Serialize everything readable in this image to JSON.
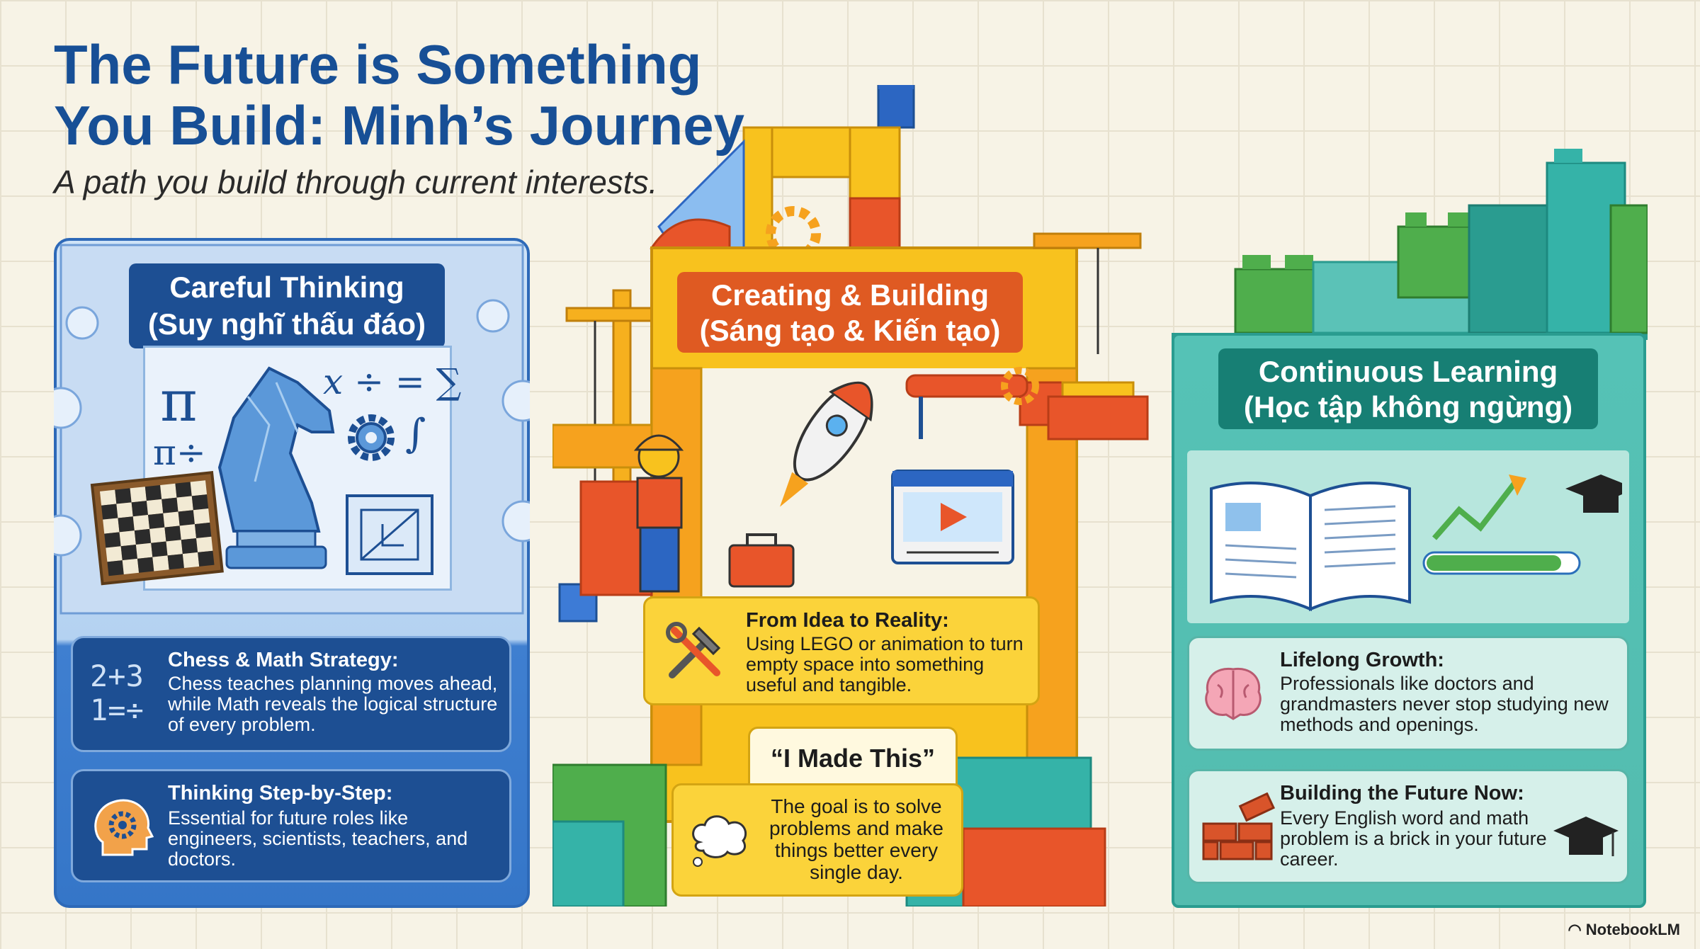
{
  "title": {
    "line1": "The Future is Something",
    "line2": "You Build: Minh’s Journey"
  },
  "subtitle": "A path you build through current interests.",
  "left": {
    "heading_line1": "Careful Thinking",
    "heading_line2": "(Suy nghĩ thấu đáo)",
    "art_symbols": {
      "pi": "π",
      "ops": "x ÷ = ∑",
      "pi_div": "π÷",
      "integral": "∫"
    },
    "cards": [
      {
        "glyph1": "2+3",
        "glyph2": "1=÷",
        "title": "Chess & Math Strategy:",
        "body": "Chess teaches planning moves ahead, while Math reveals the logical structure of every problem."
      },
      {
        "title": "Thinking Step-by-Step:",
        "body": "Essential for future roles like engineers, scientists, teachers, and doctors."
      }
    ]
  },
  "center": {
    "heading_line1": "Creating & Building",
    "heading_line2": "(Sáng tạo & Kiến tạo)",
    "card1": {
      "title": "From Idea to Reality:",
      "body": "Using LEGO or animation to turn empty space into something useful and tangible."
    },
    "quote": "“I Made This”",
    "card2": {
      "body": "The goal is to solve problems and make things better every single day."
    }
  },
  "right": {
    "heading_line1": "Continuous Learning",
    "heading_line2": "(Học tập không ngừng)",
    "cards": [
      {
        "title": "Lifelong Growth:",
        "body": "Professionals like doctors and grandmasters never stop studying new methods and openings."
      },
      {
        "title": "Building the Future Now:",
        "body": "Every English word and math problem is a brick in your future career."
      }
    ]
  },
  "brand": "NotebookLM",
  "colors": {
    "blue": "#1d4f93",
    "orange": "#df5a22",
    "yellow": "#fbd33a",
    "teal": "#177f74",
    "green": "#4fae4c"
  }
}
